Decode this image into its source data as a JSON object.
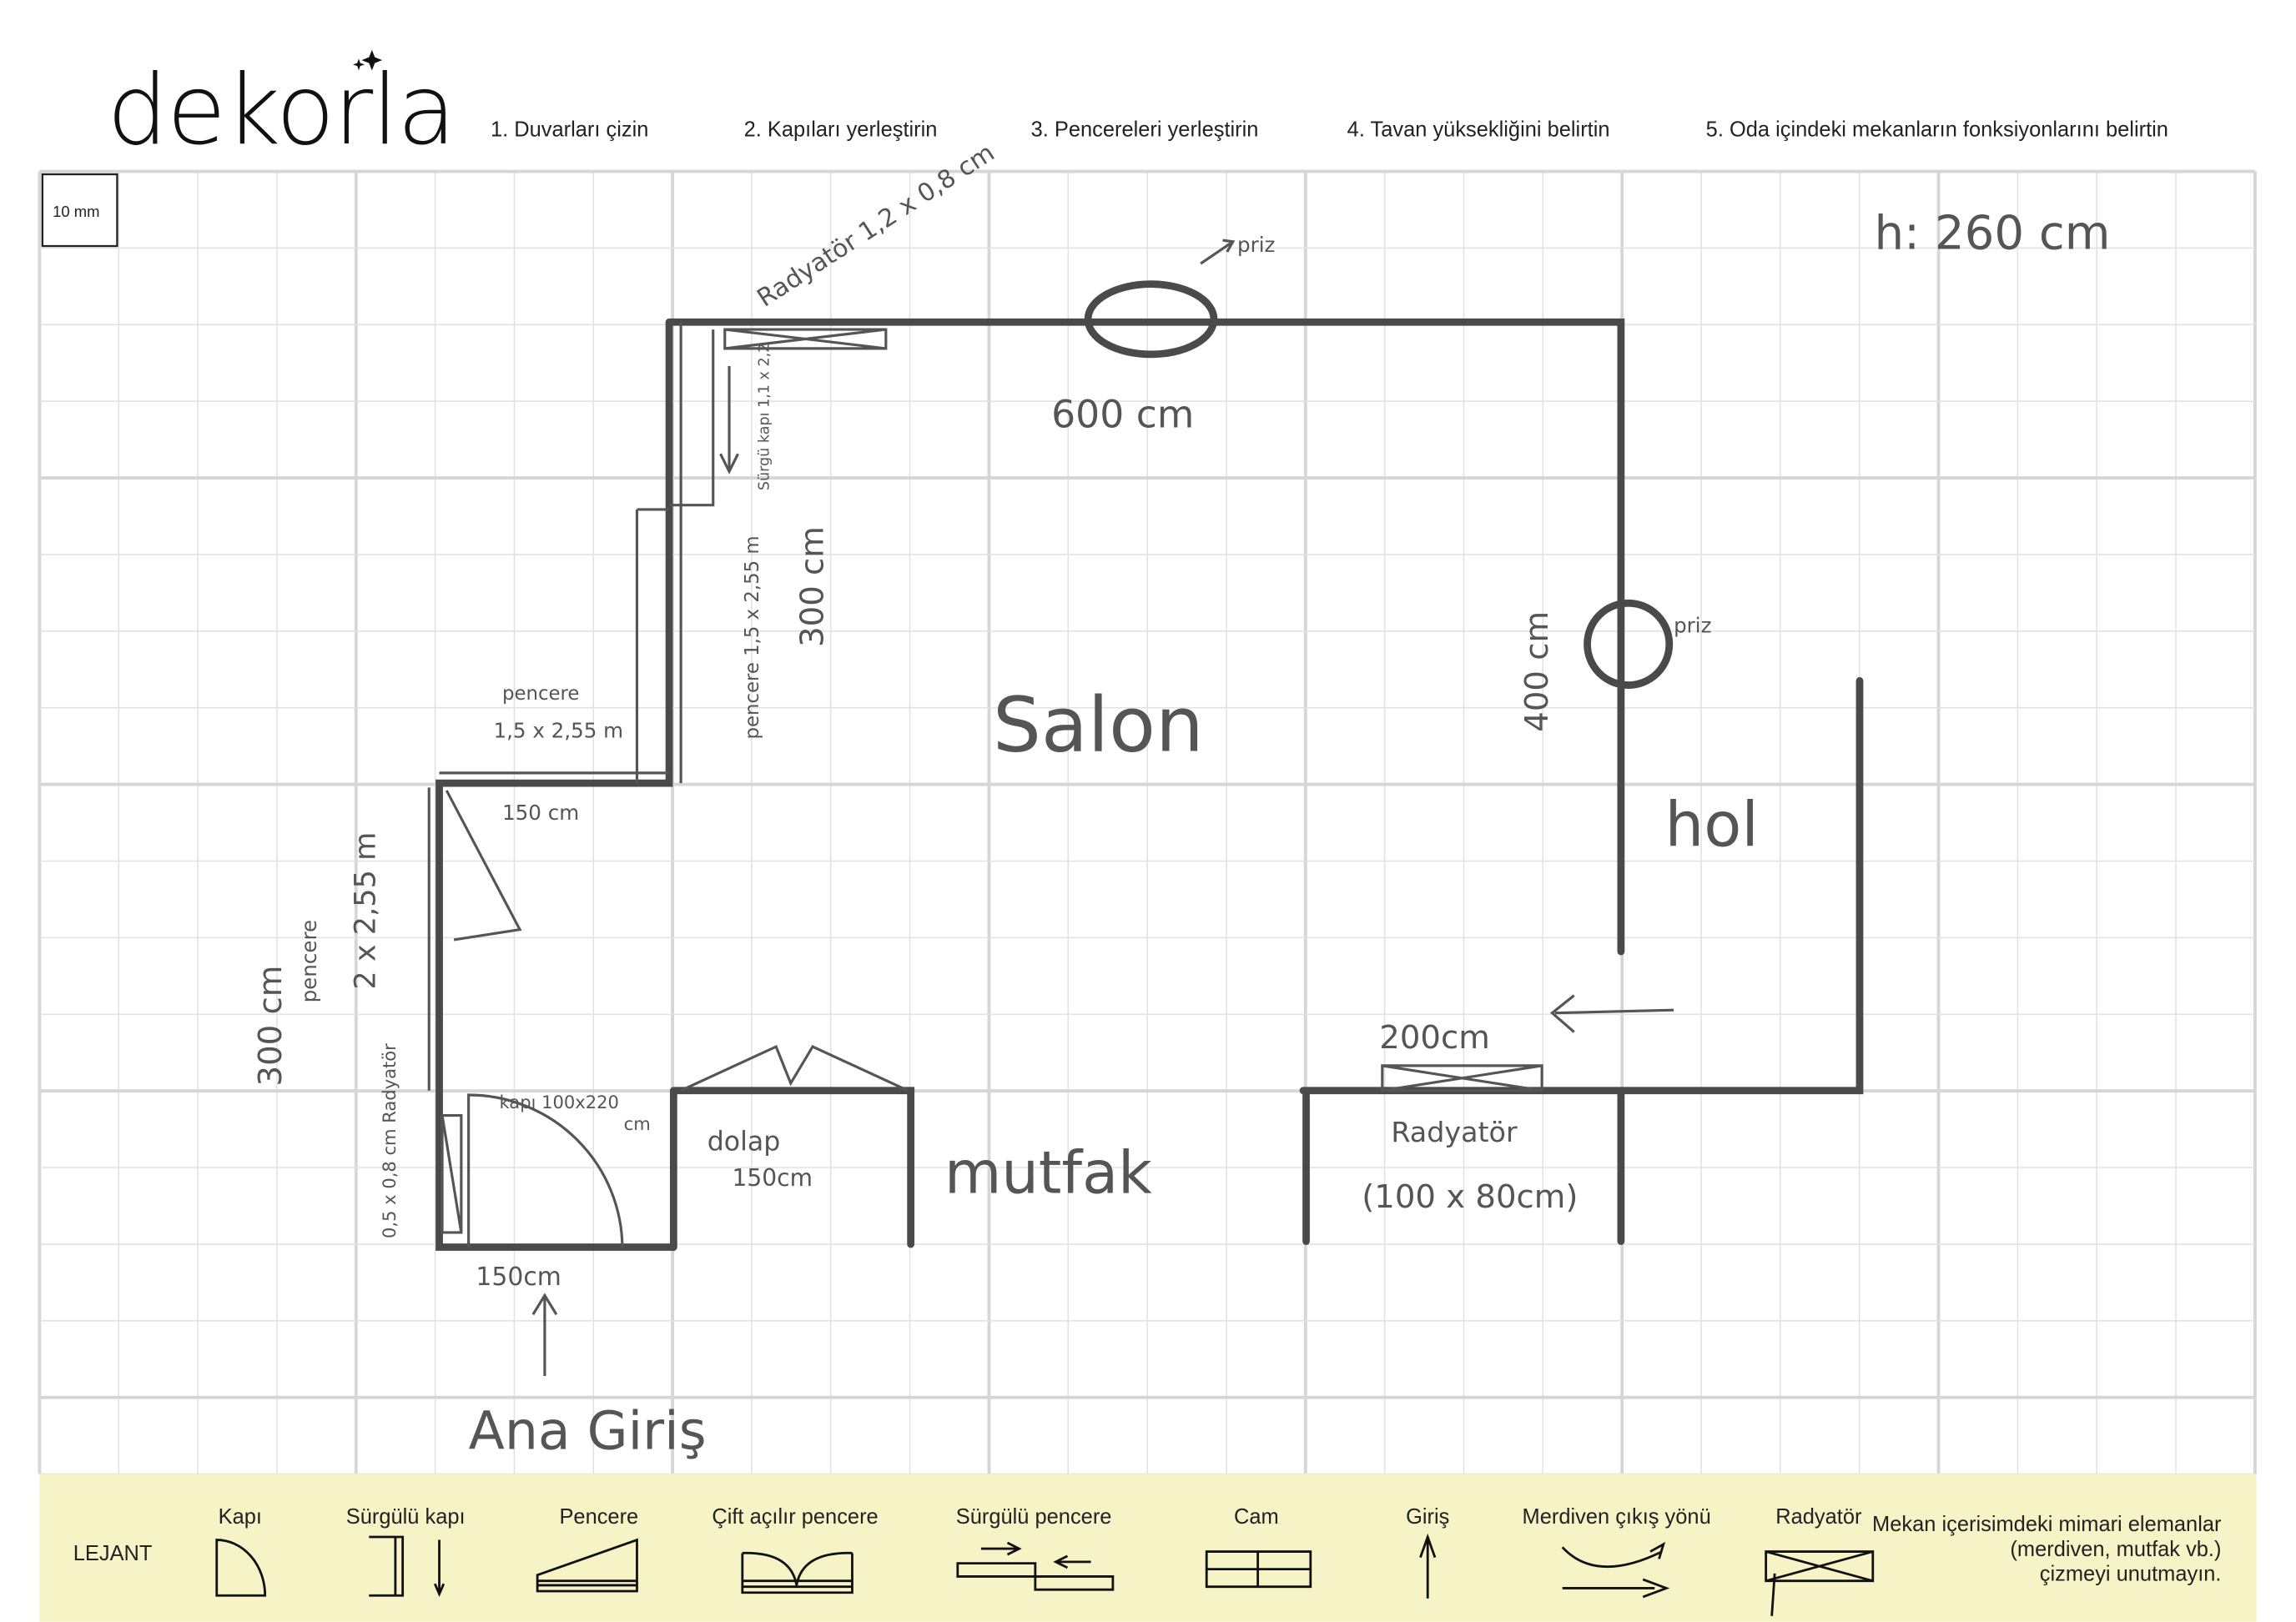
{
  "brand": {
    "logo": "dekorla"
  },
  "steps": [
    "1. Duvarları çizin",
    "2. Kapıları yerleştirin",
    "3. Pencereleri yerleştirin",
    "4. Tavan yüksekliğini belirtin",
    "5. Oda içindeki mekanların fonksiyonlarını belirtin"
  ],
  "scale_label": "10 mm",
  "drawing": {
    "ceiling": "h: 260 cm",
    "radiator_top": "Radyatör 1,2 x 0,8 cm",
    "priz_top": "priz",
    "top_dim": "600 cm",
    "sliding_door": "Sürgü kapı 1,1 x 2,2",
    "right_dim": "400 cm",
    "priz_right": "priz",
    "left_dim_upper": "300 cm",
    "window_upper_v": "pencere 1,5 x 2,55 m",
    "window_h": "pencere",
    "window_h_dim": "1,5 x 2,55 m",
    "dim_150_upper": "150 cm",
    "salon": "Salon",
    "hol": "hol",
    "window_left": "pencere",
    "window_left_dim": "2 x 2,55 m",
    "left_dim_lower": "300 cm",
    "door_label": "kapı 100x220",
    "door_label_cm": "cm",
    "radiator_left": "0,5 x 0,8 cm Radyatör",
    "dolap": "dolap",
    "dolap_dim": "150cm",
    "mutfak": "mutfak",
    "dim_200": "200cm",
    "radiator_bottom": "Radyatör",
    "radiator_bottom_dim": "(100 x 80cm)",
    "dim_150_bottom": "150cm",
    "entrance": "Ana Giriş"
  },
  "legend": {
    "title": "LEJANT",
    "items": [
      "Kapı",
      "Sürgülü kapı",
      "Pencere",
      "Çift açılır pencere",
      "Sürgülü pencere",
      "Cam",
      "Giriş",
      "Merdiven çıkış yönü",
      "Radyatör"
    ],
    "note": [
      "Mekan içerisimdeki mimari elemanlar",
      "(merdiven, mutfak vb.)",
      "çizmeyi unutmayın."
    ],
    "bg_color": "#f6f3c6"
  }
}
